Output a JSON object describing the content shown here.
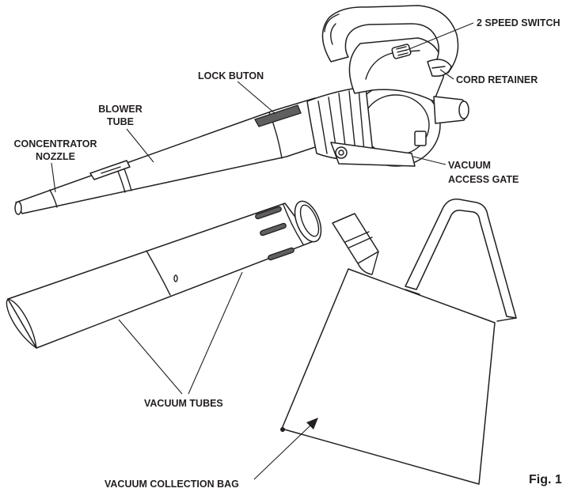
{
  "figure": {
    "label": "Fig. 1"
  },
  "labels": {
    "speed_switch": "2 SPEED SWITCH",
    "cord_retainer": "CORD RETAINER",
    "lock_button": "LOCK BUTON",
    "blower_tube": [
      "BLOWER",
      "TUBE"
    ],
    "concentrator_nozzle": [
      "CONCENTRATOR",
      "NOZZLE"
    ],
    "vacuum_access_gate": [
      "VACUUM",
      "ACCESS GATE"
    ],
    "vacuum_tubes": "VACUUM TUBES",
    "vacuum_collection_bag": "VACUUM COLLECTION BAG"
  },
  "colors": {
    "ink": "#231f20",
    "background": "#ffffff"
  }
}
